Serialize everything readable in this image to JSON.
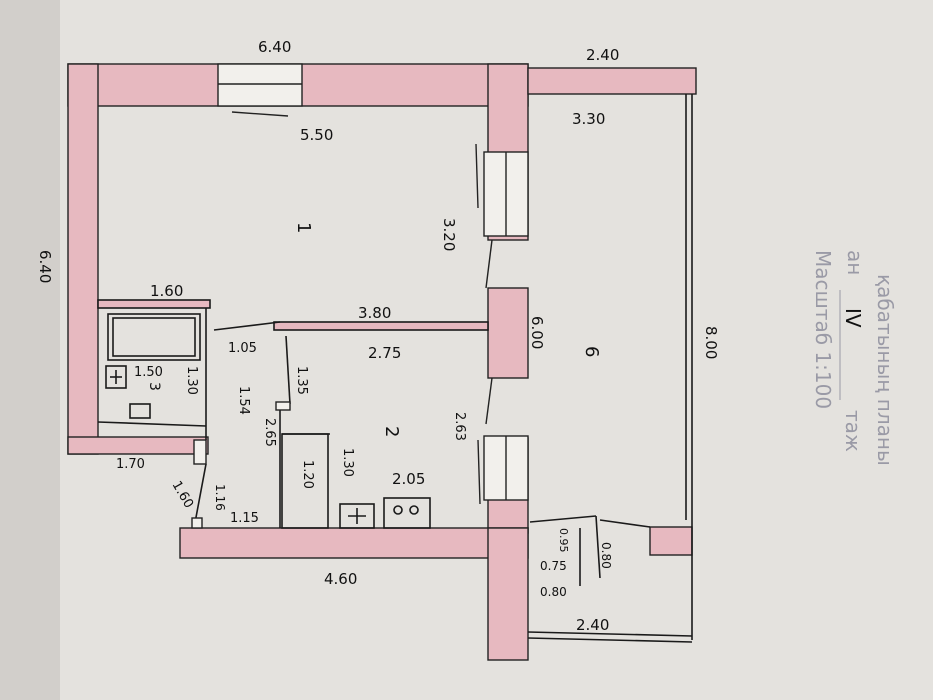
{
  "colors": {
    "wall": "#e7b9c0",
    "paper": "#e4e2de",
    "ink": "#151515",
    "print": "#9a9aa6"
  },
  "rooms": {
    "r1": "1",
    "r2": "2",
    "r3": "3",
    "r6": "6"
  },
  "dimensions": {
    "top_width": "6.40",
    "top_right": "2.40",
    "room1_width": "5.50",
    "room6_width": "3.30",
    "left_height": "6.40",
    "room1_height": "3.20",
    "bath_width": "1.60",
    "partition_len": "3.80",
    "room2_width": "2.75",
    "room6_height": "6.00",
    "right_height": "8.00",
    "bath_a": "1.05",
    "bath_b": "1.50",
    "bath_c": "1.30",
    "corr_a": "1.54",
    "corr_b": "1.35",
    "corr_c": "2.65",
    "kitchen_a": "2.63",
    "pantry_h": "1.20",
    "kitchen_b": "1.30",
    "kitchen_c": "2.05",
    "hall_a": "1.70",
    "hall_b": "1.60",
    "hall_c": "1.16",
    "hall_d": "1.15",
    "bottom_width": "4.60",
    "closet_a": "0.95",
    "closet_b": "0.75",
    "closet_c": "0.80",
    "closet_d": "0.80",
    "bottom_right": "2.40"
  },
  "stamp": [
    "қабатының планы",
    "ан",
    "IV",
    "Масштаб 1:100",
    "таж"
  ]
}
